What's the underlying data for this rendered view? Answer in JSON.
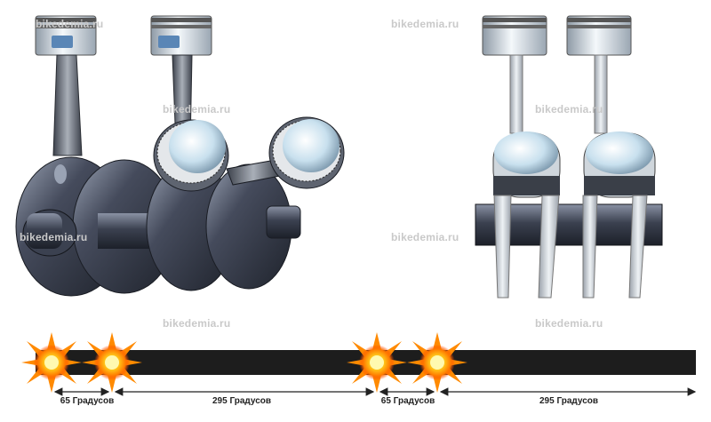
{
  "watermark": "bikedemia.ru",
  "timeline": {
    "segments": [
      {
        "label": "65 Градусов",
        "degrees": 65
      },
      {
        "label": "295 Градусов",
        "degrees": 295
      },
      {
        "label": "65 Градусов",
        "degrees": 65
      },
      {
        "label": "295 Градусов",
        "degrees": 295
      }
    ],
    "firing_events": 4
  },
  "colors": {
    "bar": "#1d1d1d",
    "flash_outer": "#ff9f00",
    "flash_core": "#fff26b",
    "steel_light": "#d6e8f2",
    "steel_dark": "#2e3340",
    "rod": "#8a8f98"
  }
}
